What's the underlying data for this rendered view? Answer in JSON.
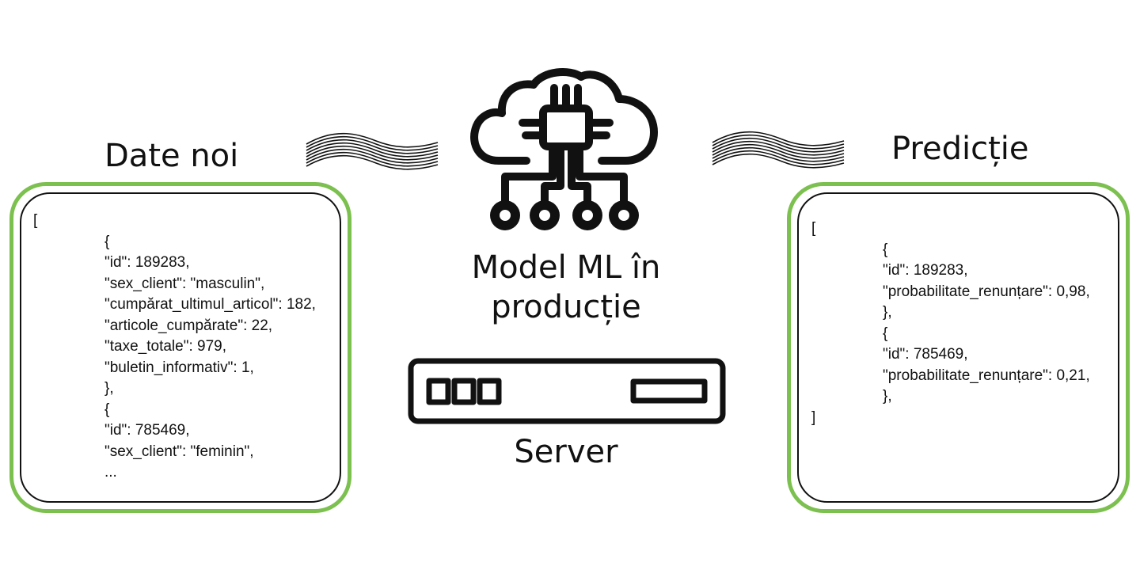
{
  "left_panel": {
    "title": "Date noi",
    "lines": [
      {
        "text": "[",
        "indent": 0
      },
      {
        "text": "{",
        "indent": 1
      },
      {
        "text": "\"id\": 189283,",
        "indent": 1
      },
      {
        "text": "\"sex_client\": \"masculin\",",
        "indent": 1
      },
      {
        "text": "\"cumpărat_ultimul_articol\": 182,",
        "indent": 1
      },
      {
        "text": "\"articole_cumpărate\": 22,",
        "indent": 1
      },
      {
        "text": "\"taxe_totale\": 979,",
        "indent": 1
      },
      {
        "text": "\"buletin_informativ\": 1,",
        "indent": 1
      },
      {
        "text": "},",
        "indent": 1
      },
      {
        "text": "{",
        "indent": 1
      },
      {
        "text": "\"id\": 785469,",
        "indent": 1
      },
      {
        "text": "\"sex_client\": \"feminin\",",
        "indent": 1
      },
      {
        "text": "...",
        "indent": 1
      }
    ]
  },
  "center": {
    "model_line1": "Model ML în",
    "model_line2": "producție",
    "server_label": "Server",
    "model_icon": "cloud-chip-icon",
    "server_icon": "server-rack-icon"
  },
  "right_panel": {
    "title": "Predicție",
    "lines": [
      {
        "text": "[",
        "indent": 0
      },
      {
        "text": "{",
        "indent": 1
      },
      {
        "text": "\"id\": 189283,",
        "indent": 1
      },
      {
        "text": "\"probabilitate_renunțare\": 0,98,",
        "indent": 1
      },
      {
        "text": "},",
        "indent": 1
      },
      {
        "text": "{",
        "indent": 1
      },
      {
        "text": "\"id\": 785469,",
        "indent": 1
      },
      {
        "text": "\"probabilitate_renunțare\": 0,21,",
        "indent": 1
      },
      {
        "text": "},",
        "indent": 1
      },
      {
        "text": "]",
        "indent": 0
      }
    ]
  },
  "colors": {
    "panel_border": "#7cc04f",
    "ink": "#111111",
    "background": "#ffffff"
  },
  "connectors": [
    "wave-lines-icon",
    "wave-lines-icon"
  ]
}
